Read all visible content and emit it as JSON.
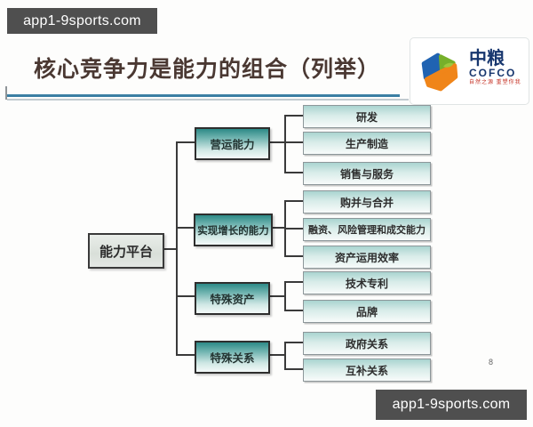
{
  "watermarks": {
    "top_left": "app1-9sports.com",
    "bottom_right": "app1-9sports.com"
  },
  "header": {
    "title": "核心竞争力是能力的组合（列举）"
  },
  "logo": {
    "cn": "中粮",
    "en": "COFCO",
    "tagline": "自然之源 重塑你我"
  },
  "page_number": "8",
  "diagram": {
    "root": {
      "label": "能力平台"
    },
    "branches": [
      {
        "label": "营运能力",
        "children": [
          "研发",
          "生产制造",
          "销售与服务"
        ]
      },
      {
        "label": "实现增长的能力",
        "children": [
          "购并与合并",
          "融资、风险管理和成交能力",
          "资产运用效率"
        ]
      },
      {
        "label": "特殊资产",
        "children": [
          "技术专利",
          "品牌"
        ]
      },
      {
        "label": "特殊关系",
        "children": [
          "政府关系",
          "互补关系"
        ]
      }
    ]
  },
  "colors": {
    "rule_blue": "#3b7fa3",
    "branch_teal_top": "#2d8a87",
    "leaf_teal_top": "#a9d4d0",
    "logo_blue": "#17366e",
    "logo_green": "#76b02a",
    "logo_orange": "#f08519",
    "tagline_red": "#c63326",
    "watermark_bg": "#4f4f4f"
  }
}
